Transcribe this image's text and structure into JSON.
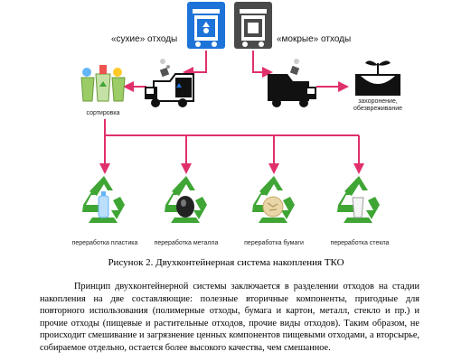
{
  "figure": {
    "dry_waste_label": "«сухие» отходы",
    "wet_waste_label": "«мокрые» отходы",
    "sorting_label": "сортировка",
    "disposal_label": "захоронение, обезвреживание",
    "outputs": [
      {
        "label": "переработка пластика",
        "item": "bottle"
      },
      {
        "label": "переработка металла",
        "item": "can"
      },
      {
        "label": "переработка бумаги",
        "item": "paper"
      },
      {
        "label": "переработка стекла",
        "item": "glass"
      }
    ],
    "colors": {
      "blue_bin": "#1e73d8",
      "dark_bin": "#4a4a4a",
      "arrow": "#e0306a",
      "recycle_green": "#3fa535",
      "truck_black": "#111111"
    }
  },
  "caption": "Рисунок 2. Двухконтейнерная система накопления ТКО",
  "paragraph": "Принцип двухконтейнерной системы заключается в разделении отходов на стадии накопления на две составляющие: полезные вторичные компоненты, пригодные для повторного использования (полимерные отходы, бумага и картон, металл, стекло и пр.) и прочие отходы (пищевые и растительные отходов, прочие виды отходов). Таким образом, не происходит смешивание и загрязнение ценных компонентов пищевыми отходами, а вторсырье, собираемое отдельно, остается более высокого качества, чем смешанное."
}
